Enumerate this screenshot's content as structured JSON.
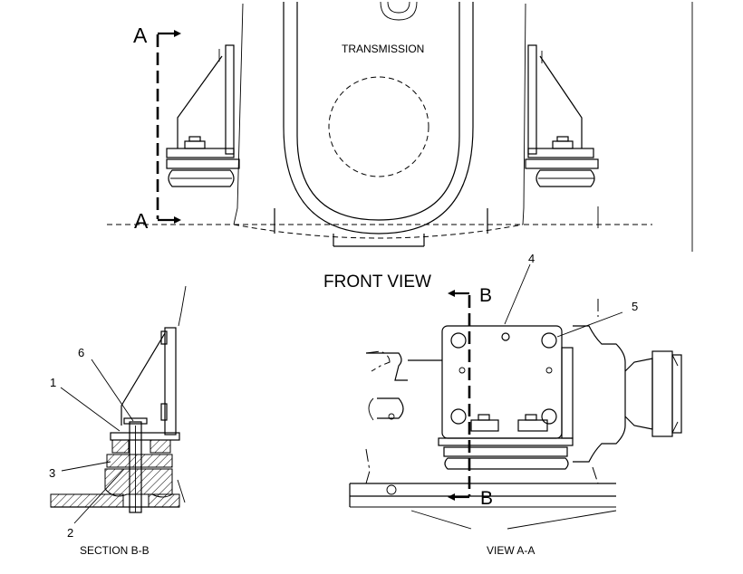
{
  "labels": {
    "transmission": "TRANSMISSION",
    "front_view": "FRONT VIEW",
    "section_title": "SECTION B-B",
    "view_title": "VIEW A-A",
    "section_a_top": "A",
    "section_a_bottom": "A",
    "section_b_top": "B",
    "section_b_bottom": "B"
  },
  "callouts": {
    "c1": "1",
    "c2": "2",
    "c3": "3",
    "c4": "4",
    "c5": "5",
    "c6": "6"
  }
}
